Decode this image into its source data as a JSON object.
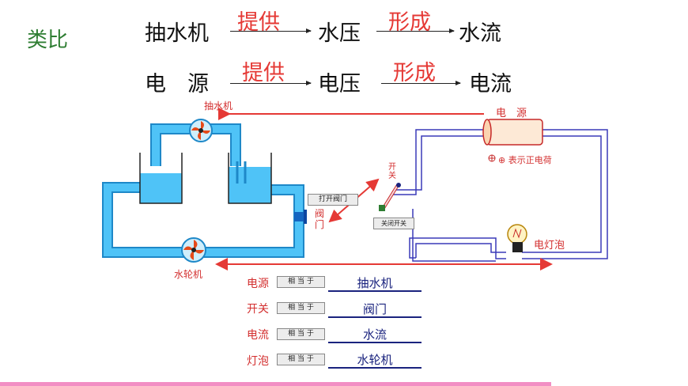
{
  "title": "类比",
  "analogy_rows": [
    {
      "source": "抽水机",
      "verb1": "提供",
      "middle": "水压",
      "verb2": "形成",
      "result": "水流"
    },
    {
      "source": "电　源",
      "verb1": "提供",
      "middle": "电压",
      "verb2": "形成",
      "result": "电流"
    }
  ],
  "diagram": {
    "pump_label": "抽水机",
    "turbine_label": "水轮机",
    "power_label": "电　源",
    "positive_charge_label": "⊕ 表示正电荷",
    "switch_label": "开\n关",
    "valve_label": "阀\n门",
    "lamp_label": "电灯泡",
    "open_valve_button": "打开阀门",
    "close_switch_button": "关闭开关",
    "colors": {
      "water": "#4fc3f7",
      "water_dark": "#0288d1",
      "wire": "#3a3ab8",
      "arrow": "#e53935"
    }
  },
  "equivalences": [
    {
      "term": "电源",
      "button": "相 当 于",
      "equivalent": "抽水机"
    },
    {
      "term": "开关",
      "button": "相 当 于",
      "equivalent": "阀门"
    },
    {
      "term": "电流",
      "button": "相 当 于",
      "equivalent": "水流"
    },
    {
      "term": "灯泡",
      "button": "相 当 于",
      "equivalent": "水轮机"
    }
  ]
}
